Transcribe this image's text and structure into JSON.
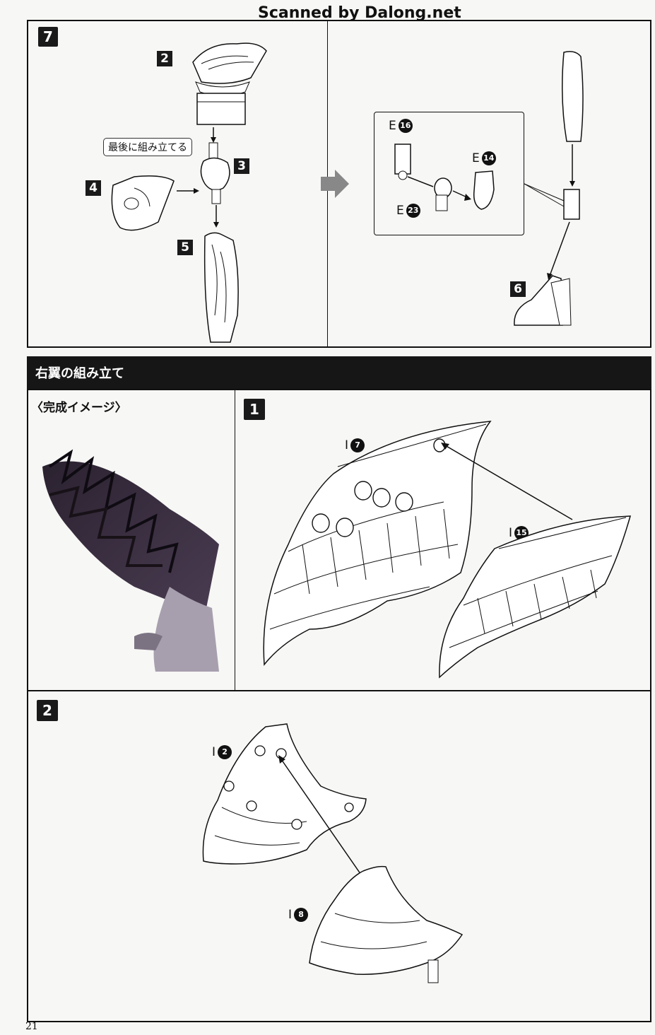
{
  "watermark": "Scanned by Dalong.net",
  "top_section": {
    "step": "7",
    "callout": "最後に組み立てる",
    "part_numbers": [
      "2",
      "3",
      "4",
      "5",
      "6"
    ],
    "inset_parts": [
      {
        "letter": "E",
        "num": "16"
      },
      {
        "letter": "E",
        "num": "14"
      },
      {
        "letter": "E",
        "num": "23"
      }
    ]
  },
  "wing_section": {
    "title": "右翼の組み立て",
    "image_caption": "〈完成イメージ〉",
    "step1": {
      "step": "1",
      "parts": [
        {
          "letter": "I",
          "num": "7"
        },
        {
          "letter": "I",
          "num": "15"
        }
      ]
    },
    "step2": {
      "step": "2",
      "parts": [
        {
          "letter": "I",
          "num": "2"
        },
        {
          "letter": "I",
          "num": "8"
        }
      ]
    }
  },
  "page_number": "21"
}
